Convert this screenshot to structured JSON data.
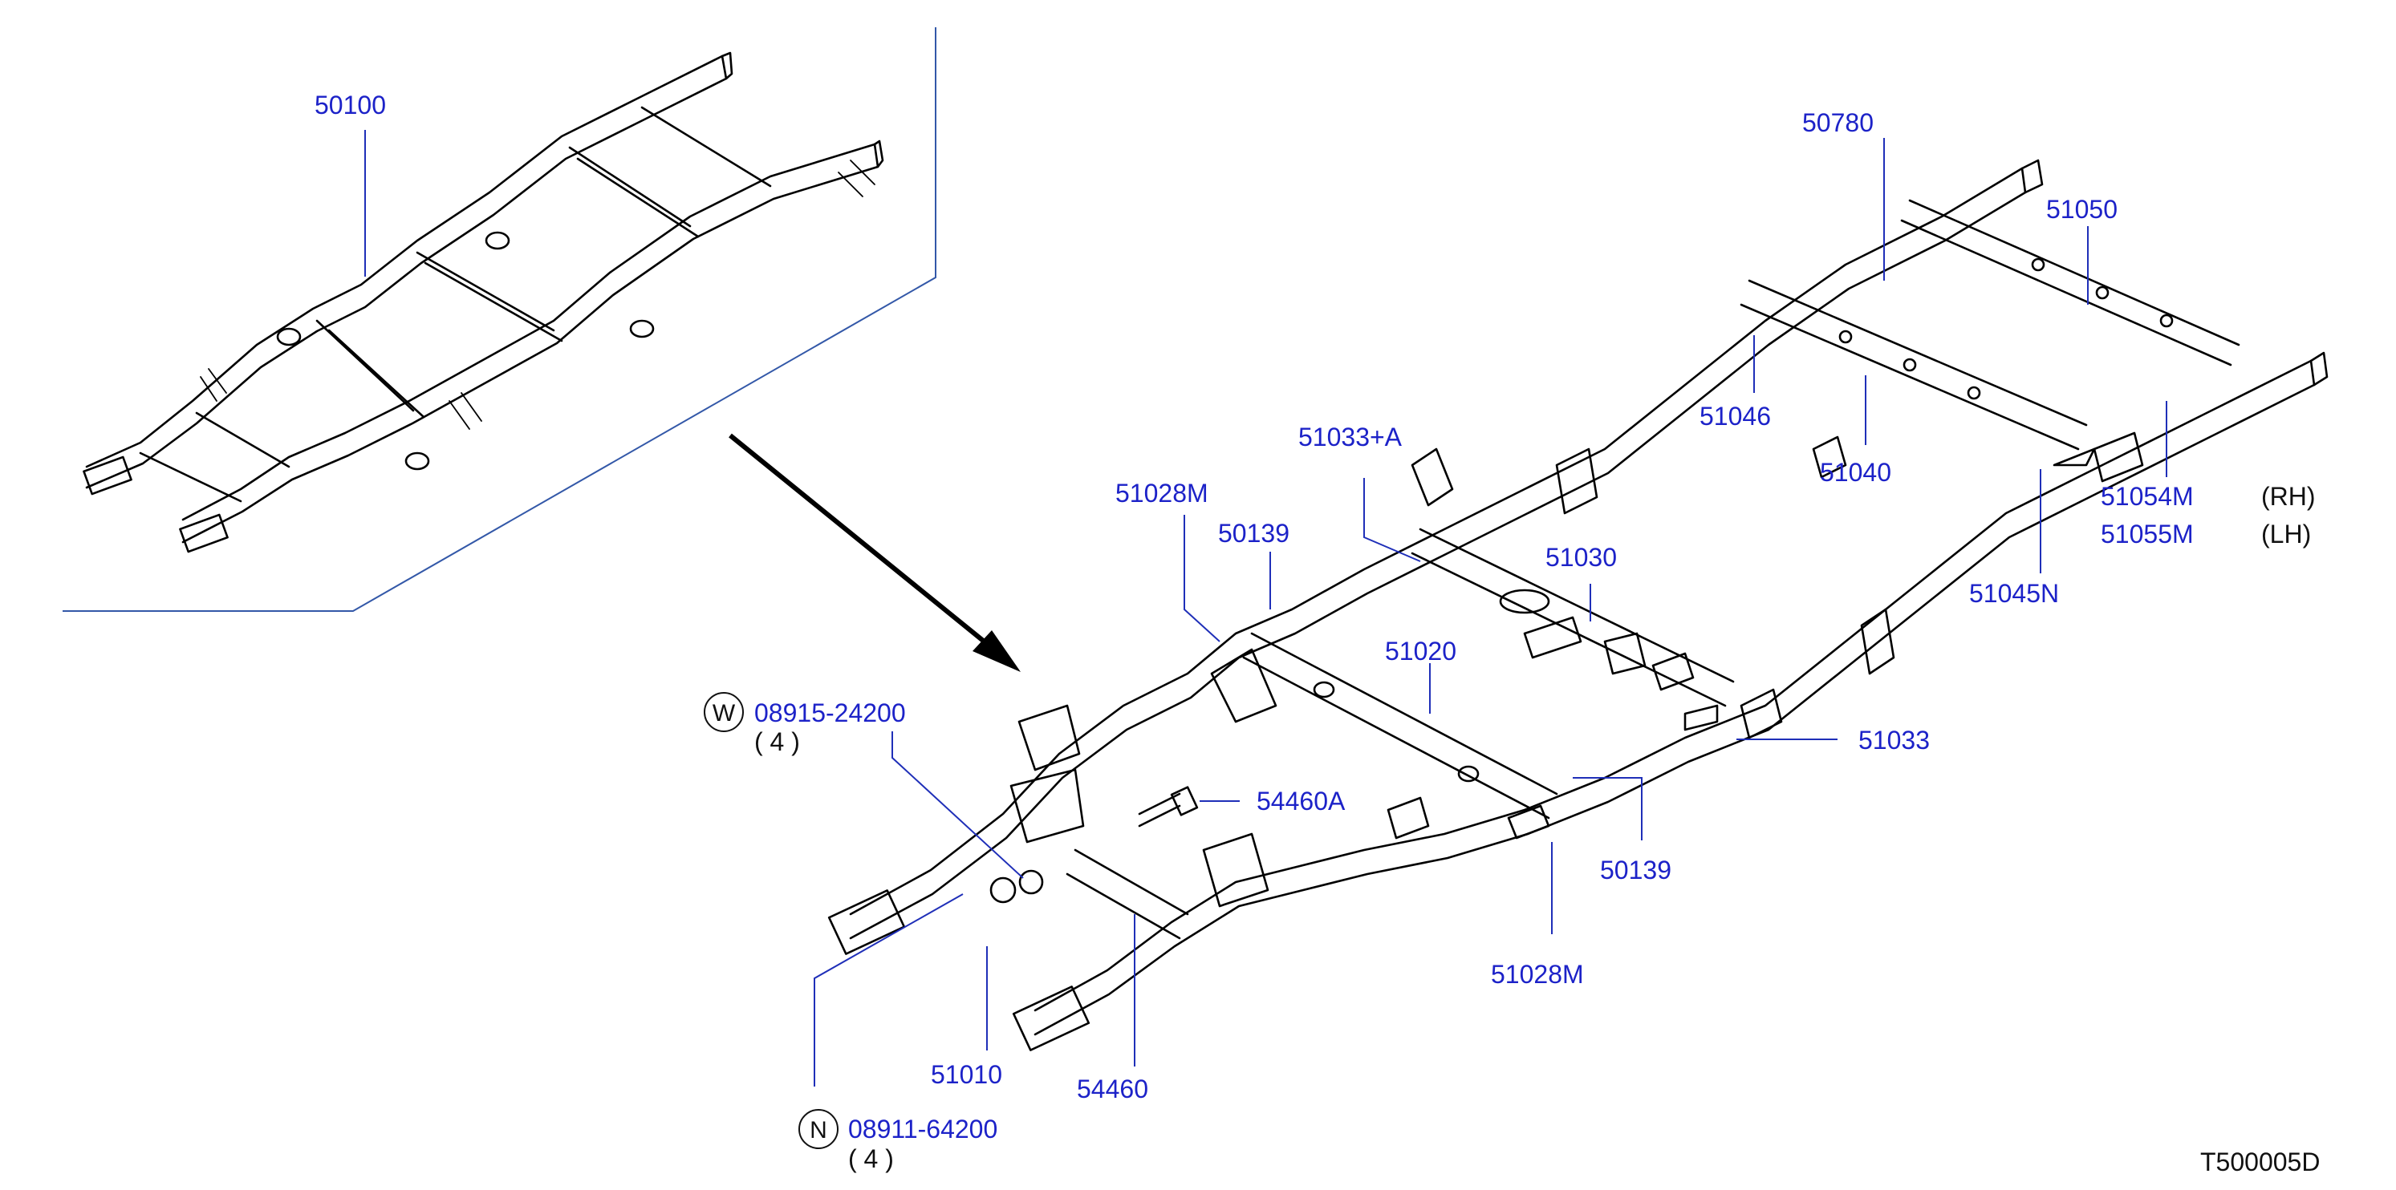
{
  "labels": {
    "p50100": "50100",
    "p50780": "50780",
    "p51050": "51050",
    "p51046": "51046",
    "p51040": "51040",
    "p51033A": "51033+A",
    "p51028M_top": "51028M",
    "p50139_top": "50139",
    "p51030": "51030",
    "p51020": "51020",
    "p51054M": "51054M",
    "p51055M": "51055M",
    "p51045N": "51045N",
    "p08915": "08915-24200",
    "p54460A": "54460A",
    "p51033": "51033",
    "p50139_bottom": "50139",
    "p51028M_bottom": "51028M",
    "p51010": "51010",
    "p54460": "54460",
    "p08911": "08911-64200"
  },
  "quantities": {
    "q08915": "( 4 )",
    "q08911": "( 4 )"
  },
  "badges": {
    "w": "W",
    "n": "N"
  },
  "sides": {
    "rh": "(RH)",
    "lh": "(LH)"
  },
  "reference_code": "T500005D",
  "colors": {
    "part_number": "#1c22c8",
    "leader_line": "#1f2fb8",
    "panel_line": "#3358a8",
    "drawing": "#000000"
  }
}
